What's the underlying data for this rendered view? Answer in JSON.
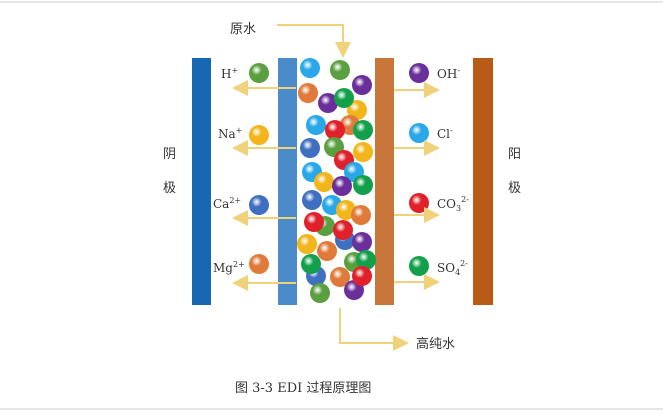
{
  "labels": {
    "raw_water": "原水",
    "pure_water": "高纯水",
    "cathode": [
      "阴",
      "极"
    ],
    "anode": [
      "阳",
      "极"
    ],
    "caption": "图 3-3 EDI 过程原理图"
  },
  "cations": [
    {
      "base": "H",
      "charge": "+",
      "color": "green"
    },
    {
      "base": "Na",
      "charge": "+",
      "color": "yellow"
    },
    {
      "base": "Ca",
      "charge": "2+",
      "color": "blue"
    },
    {
      "base": "Mg",
      "charge": "2+",
      "color": "orange"
    }
  ],
  "anions": [
    {
      "base": "OH",
      "sub": "",
      "charge": "-",
      "color": "purple"
    },
    {
      "base": "Cl",
      "sub": "",
      "charge": "-",
      "color": "cyan"
    },
    {
      "base": "CO",
      "sub": "3",
      "charge": "2-",
      "color": "red"
    },
    {
      "base": "SO",
      "sub": "4",
      "charge": "2-",
      "color": "green"
    }
  ],
  "colors": {
    "cathode": "#1767b3",
    "cation_membrane": "#4b8bc9",
    "anion_membrane": "#c9763b",
    "anode": "#b95b16",
    "arrow": "#f0d27a",
    "ball": {
      "green": "#5aa040",
      "yellow": "#f2b51c",
      "blue": "#3f6fc0",
      "orange": "#e07a3a",
      "purple": "#6a2f9a",
      "cyan": "#28a8e8",
      "red": "#e0202a",
      "emerald": "#13a04a"
    }
  }
}
